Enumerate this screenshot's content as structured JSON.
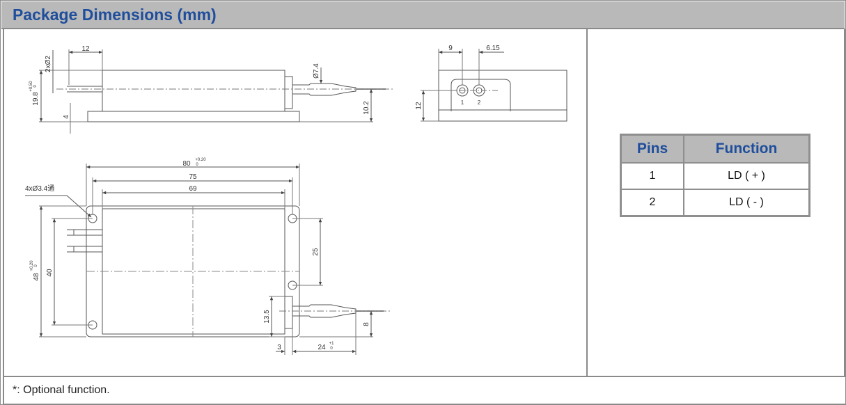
{
  "header": {
    "title": "Package Dimensions (mm)"
  },
  "drawing": {
    "side_view": {
      "pin_label": "2xØ2",
      "width_12": "12",
      "height_19_8": "19.8",
      "tol_upper": "+0.50",
      "tol_lower": "0",
      "base_4": "4",
      "fiber_dia": "Ø7.4",
      "fiber_height": "10.2"
    },
    "front_view": {
      "dim_9": "9",
      "dim_6_15": "6.15",
      "dim_12": "12",
      "pin1": "1",
      "pin2": "2"
    },
    "top_view": {
      "dim_80": "80",
      "tol_80_upper": "+0.20",
      "tol_80_lower": "0",
      "dim_75": "75",
      "dim_69": "69",
      "holes": "4xØ3.4通",
      "dim_48": "48",
      "tol_48_upper": "+0.20",
      "tol_48_lower": "0",
      "dim_40": "40",
      "dim_25": "25",
      "dim_13_5": "13.5",
      "dim_8": "8",
      "dim_3": "3",
      "dim_24": "24",
      "tol_24_upper": "+1",
      "tol_24_lower": "0"
    }
  },
  "pin_table": {
    "headers": [
      "Pins",
      "Function"
    ],
    "rows": [
      {
        "pin": "1",
        "function": "LD ( + )"
      },
      {
        "pin": "2",
        "function": "LD ( - )"
      }
    ]
  },
  "footer": {
    "note": "*: Optional function."
  }
}
